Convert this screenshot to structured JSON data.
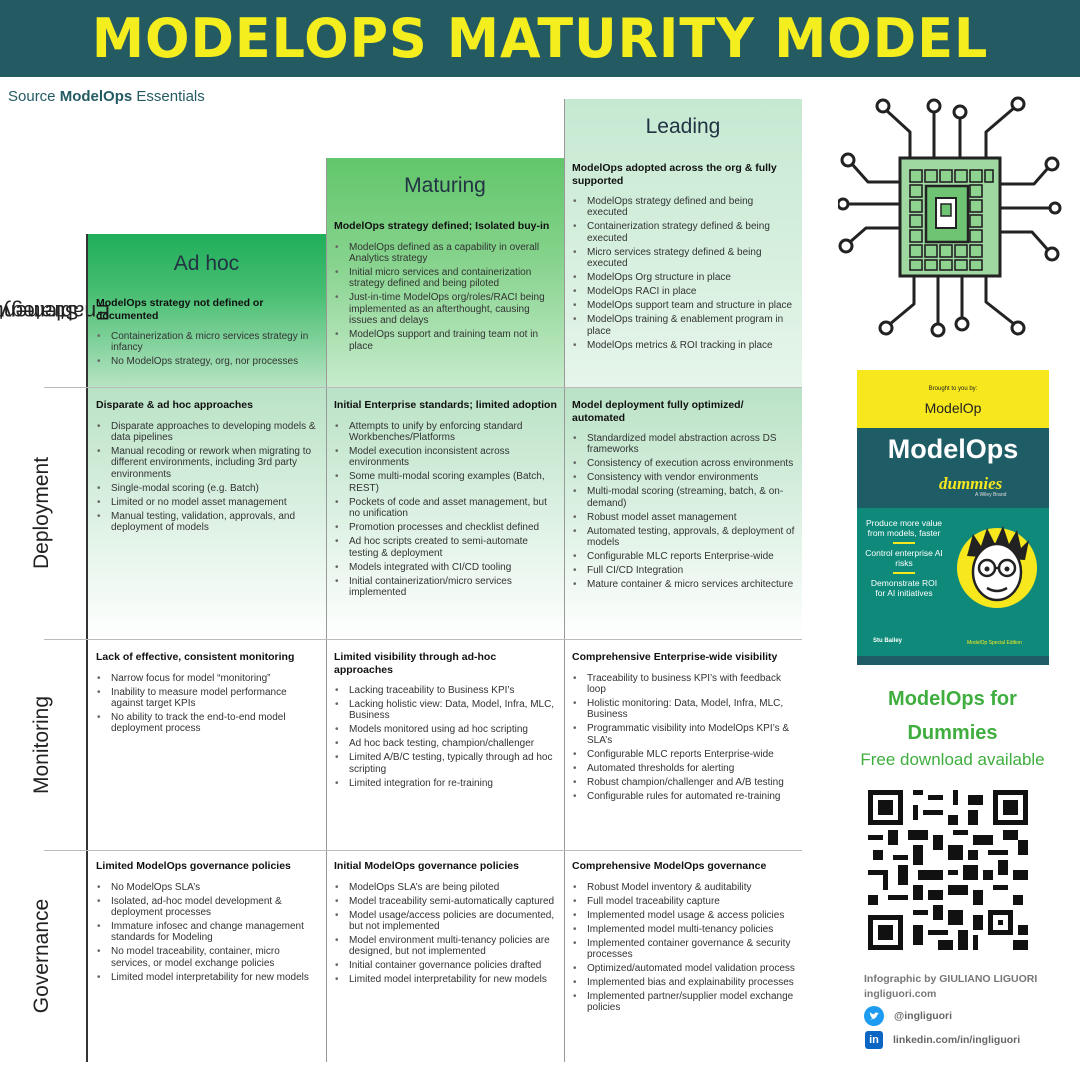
{
  "title": "MODELOPS MATURITY MODEL",
  "source": {
    "prefix": "Source ",
    "brand": "ModelOps",
    "suffix": " Essentials"
  },
  "colors": {
    "banner": "#245b63",
    "title_yellow": "#f5ee1e",
    "adhoc_green": "#1fae5a",
    "maturing_green": "#62c66a",
    "leading_green": "#c6e9d2",
    "promo_green": "#3fae3f"
  },
  "columns": [
    {
      "name": "Ad hoc"
    },
    {
      "name": "Maturing"
    },
    {
      "name": "Leading"
    }
  ],
  "rows": [
    {
      "label_lines": [
        "Strategy &",
        "Enablement"
      ]
    },
    {
      "label_lines": [
        "Deployment"
      ]
    },
    {
      "label_lines": [
        "Monitoring"
      ]
    },
    {
      "label_lines": [
        "Governance"
      ]
    }
  ],
  "cells": {
    "strategy": [
      {
        "heading": "ModelOps strategy not defined or documented",
        "items": [
          "Containerization & micro services strategy in infancy",
          "No ModelOps strategy, org, nor processes"
        ]
      },
      {
        "heading": "ModelOps strategy defined; Isolated buy-in",
        "items": [
          "ModelOps defined as a capability in overall Analytics strategy",
          "Initial micro services and containerization strategy defined and being piloted",
          "Just-in-time ModelOps org/roles/RACI being implemented as an afterthought, causing issues and delays",
          "ModelOps support and training team not in place"
        ]
      },
      {
        "heading": "ModelOps adopted across the org & fully supported",
        "items": [
          "ModelOps strategy defined and being executed",
          "Containerization strategy defined & being executed",
          "Micro services strategy defined & being executed",
          "ModelOps Org structure in place",
          "ModelOps RACI in place",
          "ModelOps support team and structure in place",
          "ModelOps training & enablement program in place",
          "ModelOps metrics & ROI tracking in place"
        ]
      }
    ],
    "deployment": [
      {
        "heading": "Disparate & ad hoc approaches",
        "items": [
          "Disparate approaches to developing models & data pipelines",
          "Manual recoding or rework when migrating to different environments, including 3rd party environments",
          "Single-modal scoring (e.g. Batch)",
          "Limited or no model asset management",
          "Manual testing, validation, approvals, and deployment of models"
        ]
      },
      {
        "heading": "Initial Enterprise standards; limited adoption",
        "items": [
          "Attempts to unify by enforcing standard Workbenches/Platforms",
          "Model execution inconsistent across environments",
          "Some multi-modal scoring examples (Batch, REST)",
          "Pockets of code and asset management, but no unification",
          "Promotion processes and checklist defined",
          "Ad hoc scripts created to semi-automate testing & deployment",
          "Models integrated with CI/CD tooling",
          "Initial containerization/micro services implemented"
        ]
      },
      {
        "heading": "Model deployment fully optimized/ automated",
        "items": [
          "Standardized model abstraction across DS frameworks",
          "Consistency of execution across environments",
          "Consistency with vendor environments",
          "Multi-modal scoring (streaming, batch, & on-demand)",
          "Robust model asset management",
          "Automated testing, approvals, & deployment of models",
          "Configurable MLC reports Enterprise-wide",
          "Full CI/CD Integration",
          "Mature container & micro services architecture"
        ]
      }
    ],
    "monitoring": [
      {
        "heading": "Lack of effective, consistent monitoring",
        "items": [
          "Narrow focus for model “monitoring”",
          "Inability to measure model performance against target KPIs",
          "No ability to track the end-to-end model deployment process"
        ]
      },
      {
        "heading": "Limited visibility through ad-hoc approaches",
        "items": [
          "Lacking traceability to Business KPI’s",
          "Lacking holistic view: Data, Model, Infra, MLC, Business",
          "Models monitored using ad hoc scripting",
          "Ad hoc back testing, champion/challenger",
          "Limited A/B/C testing, typically through ad hoc scripting",
          "Limited integration for re-training"
        ]
      },
      {
        "heading": "Comprehensive Enterprise-wide visibility",
        "items": [
          "Traceability to business KPI’s with feedback loop",
          "Holistic monitoring: Data, Model, Infra, MLC, Business",
          "Programmatic visibility into ModelOps KPI’s & SLA’s",
          "Configurable MLC reports Enterprise-wide",
          "Automated thresholds for alerting",
          "Robust champion/challenger and A/B testing",
          "Configurable rules for automated re-training"
        ]
      }
    ],
    "governance": [
      {
        "heading": "Limited ModelOps governance policies",
        "items": [
          "No ModelOps SLA’s",
          "Isolated, ad-hoc model development & deployment processes",
          "Immature infosec and change management standards for Modeling",
          "No model traceability, container, micro services, or model exchange policies",
          "Limited model interpretability for new models"
        ]
      },
      {
        "heading": "Initial ModelOps governance policies",
        "items": [
          "ModelOps SLA’s are being piloted",
          "Model traceability semi-automatically captured",
          "Model usage/access policies are documented, but not implemented",
          "Model environment multi-tenancy policies are designed, but not implemented",
          "Initial container governance policies drafted",
          "Limited model interpretability for new models"
        ]
      },
      {
        "heading": "Comprehensive ModelOps governance",
        "items": [
          "Robust Model inventory & auditability",
          "Full model traceability capture",
          "Implemented model usage & access policies",
          "Implemented model multi-tenancy policies",
          "Implemented container governance & security processes",
          "Optimized/automated model validation process",
          "Implemented bias and explainability processes",
          "Implemented partner/supplier model exchange policies"
        ]
      }
    ]
  },
  "book": {
    "brought_by": "Brought to you by:",
    "brand": "ModelOp",
    "title": "ModelOps",
    "dummies": "dummies",
    "dummies_sub": "A Wiley Brand",
    "points": [
      "Produce more value from models, faster",
      "Control enterprise AI risks",
      "Demonstrate ROI for AI initiatives"
    ],
    "author": "Stu Bailey",
    "edition": "ModelOp Special Edition"
  },
  "promo": {
    "line1": "ModelOps for",
    "line2": "Dummies",
    "line3": "Free download available"
  },
  "credit": {
    "line1": "Infographic by GIULIANO LIGUORI",
    "line2": "ingliguori.com"
  },
  "social": {
    "twitter": "@ingliguori",
    "linkedin": "linkedin.com/in/ingliguori",
    "linkedin_icon_text": "in"
  }
}
